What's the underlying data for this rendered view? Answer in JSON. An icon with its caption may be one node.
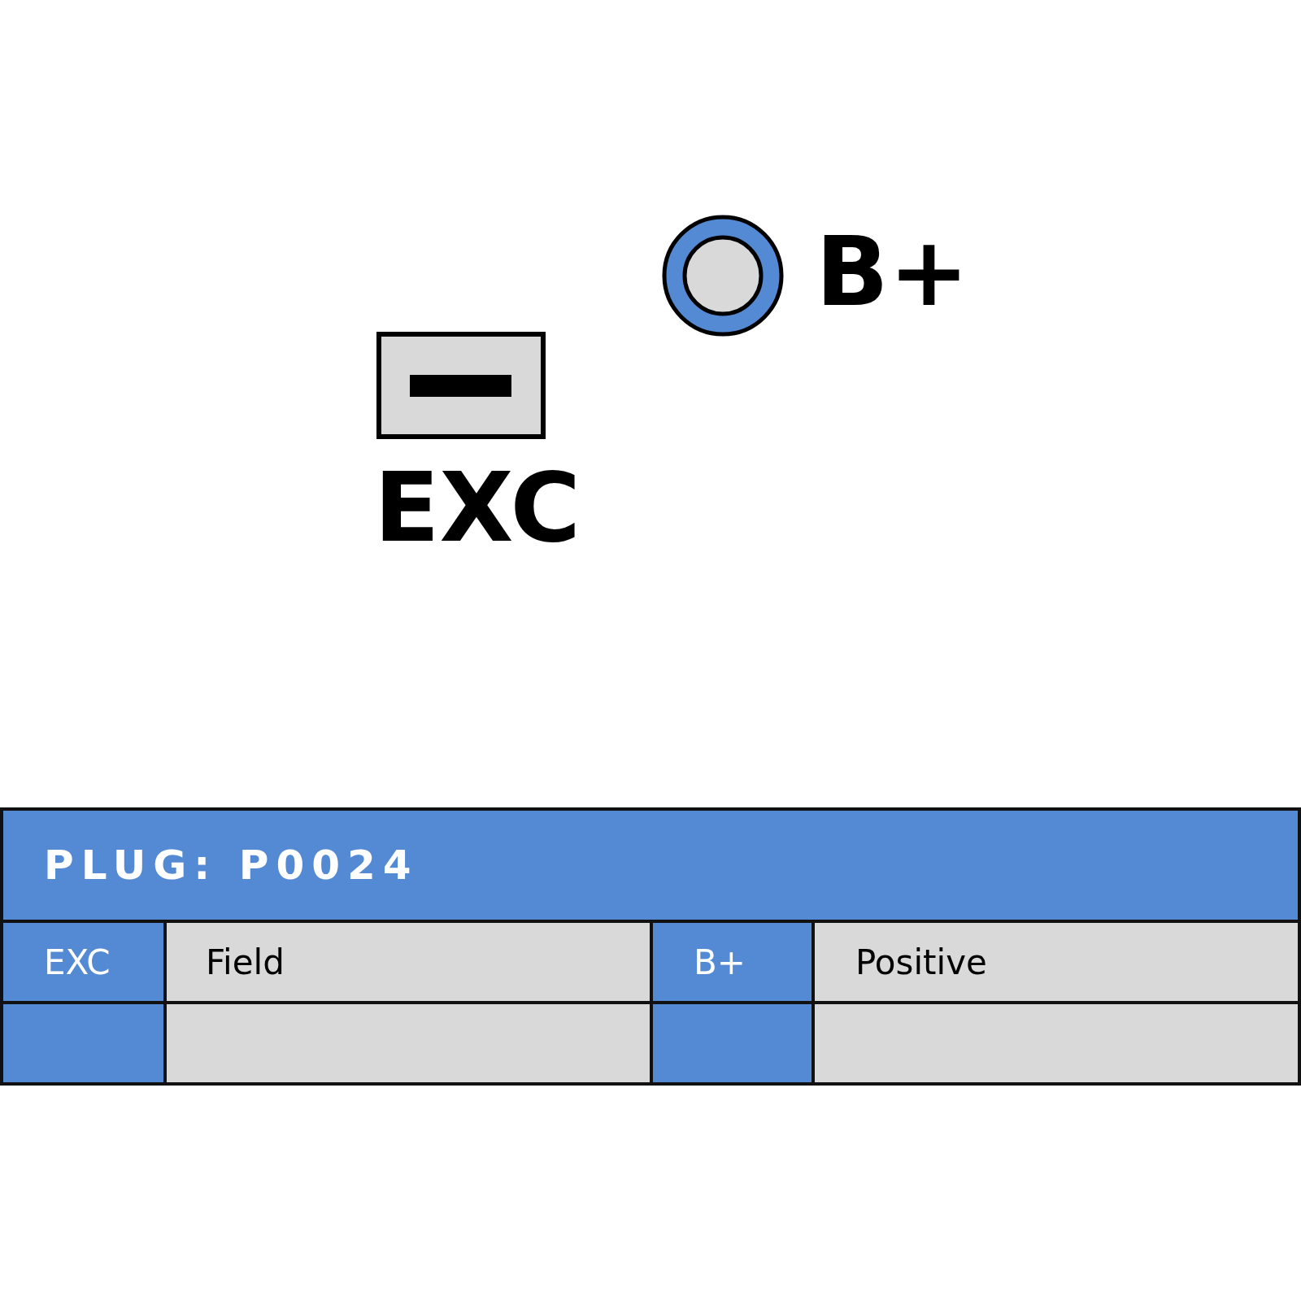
{
  "diagram": {
    "labels": [
      "B+",
      "EXC",
      "PLUG: P0024",
      "EXC",
      "Field",
      "B+",
      "Positive"
    ]
  }
}
